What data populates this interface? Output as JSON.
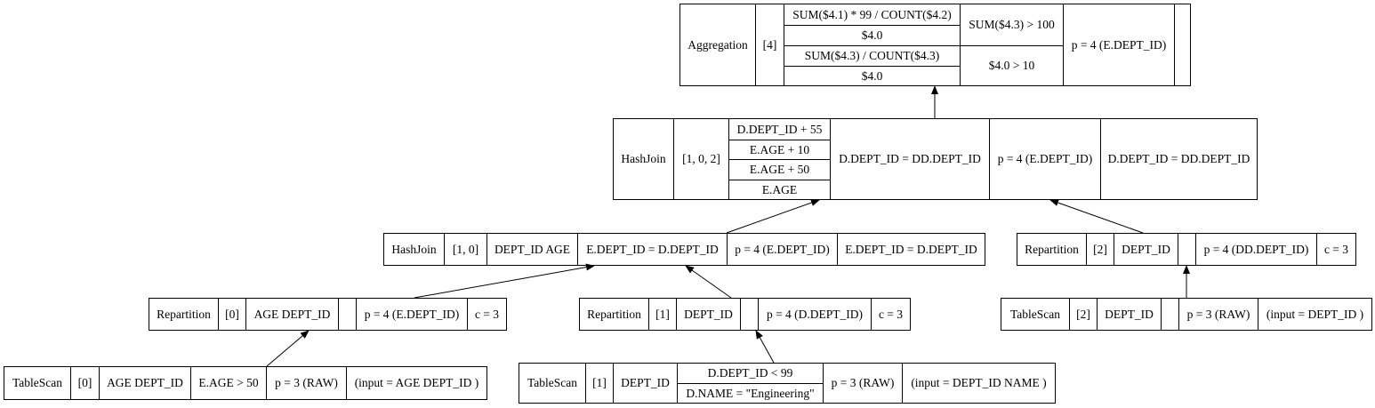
{
  "nodes": {
    "aggregation": {
      "op": "Aggregation",
      "ids": "[4]",
      "exprs": [
        "SUM($4.1) * 99 / COUNT($4.2)",
        "$4.0",
        "SUM($4.3) / COUNT($4.3)",
        "$4.0"
      ],
      "having": [
        "SUM($4.3) > 100",
        "$4.0 > 10"
      ],
      "partition": "p = 4 (E.DEPT_ID)",
      "extra": ""
    },
    "hashjoin_top": {
      "op": "HashJoin",
      "ids": "[1, 0, 2]",
      "exprs": [
        "D.DEPT_ID + 55",
        "E.AGE + 10",
        "E.AGE + 50",
        "E.AGE"
      ],
      "condition": "D.DEPT_ID = DD.DEPT_ID",
      "partition": "p = 4 (E.DEPT_ID)",
      "condition2": "D.DEPT_ID = DD.DEPT_ID"
    },
    "hashjoin_mid": {
      "op": "HashJoin",
      "ids": "[1, 0]",
      "columns": "DEPT_ID AGE",
      "condition": "E.DEPT_ID = D.DEPT_ID",
      "partition": "p = 4 (E.DEPT_ID)",
      "condition2": "E.DEPT_ID = D.DEPT_ID"
    },
    "repartition_2": {
      "op": "Repartition",
      "ids": "[2]",
      "columns": "DEPT_ID",
      "filter": "",
      "partition": "p = 4 (DD.DEPT_ID)",
      "count": "c = 3"
    },
    "repartition_0": {
      "op": "Repartition",
      "ids": "[0]",
      "columns": "AGE DEPT_ID",
      "filter": "",
      "partition": "p = 4 (E.DEPT_ID)",
      "count": "c = 3"
    },
    "repartition_1": {
      "op": "Repartition",
      "ids": "[1]",
      "columns": "DEPT_ID",
      "filter": "",
      "partition": "p = 4 (D.DEPT_ID)",
      "count": "c = 3"
    },
    "tablescan_2": {
      "op": "TableScan",
      "ids": "[2]",
      "columns": "DEPT_ID",
      "filter": "",
      "partition": "p = 3 (RAW)",
      "input": "(input = DEPT_ID )"
    },
    "tablescan_0": {
      "op": "TableScan",
      "ids": "[0]",
      "columns": "AGE DEPT_ID",
      "filter": "E.AGE > 50",
      "partition": "p = 3 (RAW)",
      "input": "(input = AGE DEPT_ID )"
    },
    "tablescan_1": {
      "op": "TableScan",
      "ids": "[1]",
      "columns": "DEPT_ID",
      "filters": [
        "D.DEPT_ID < 99",
        "D.NAME = \"Engineering\""
      ],
      "partition": "p = 3 (RAW)",
      "input": "(input = DEPT_ID NAME )"
    }
  },
  "edges": [
    {
      "from": "tablescan_0",
      "to": "repartition_0"
    },
    {
      "from": "tablescan_1",
      "to": "repartition_1"
    },
    {
      "from": "tablescan_2",
      "to": "repartition_2"
    },
    {
      "from": "repartition_0",
      "to": "hashjoin_mid"
    },
    {
      "from": "repartition_1",
      "to": "hashjoin_mid"
    },
    {
      "from": "hashjoin_mid",
      "to": "hashjoin_top"
    },
    {
      "from": "repartition_2",
      "to": "hashjoin_top"
    },
    {
      "from": "hashjoin_top",
      "to": "aggregation"
    }
  ]
}
